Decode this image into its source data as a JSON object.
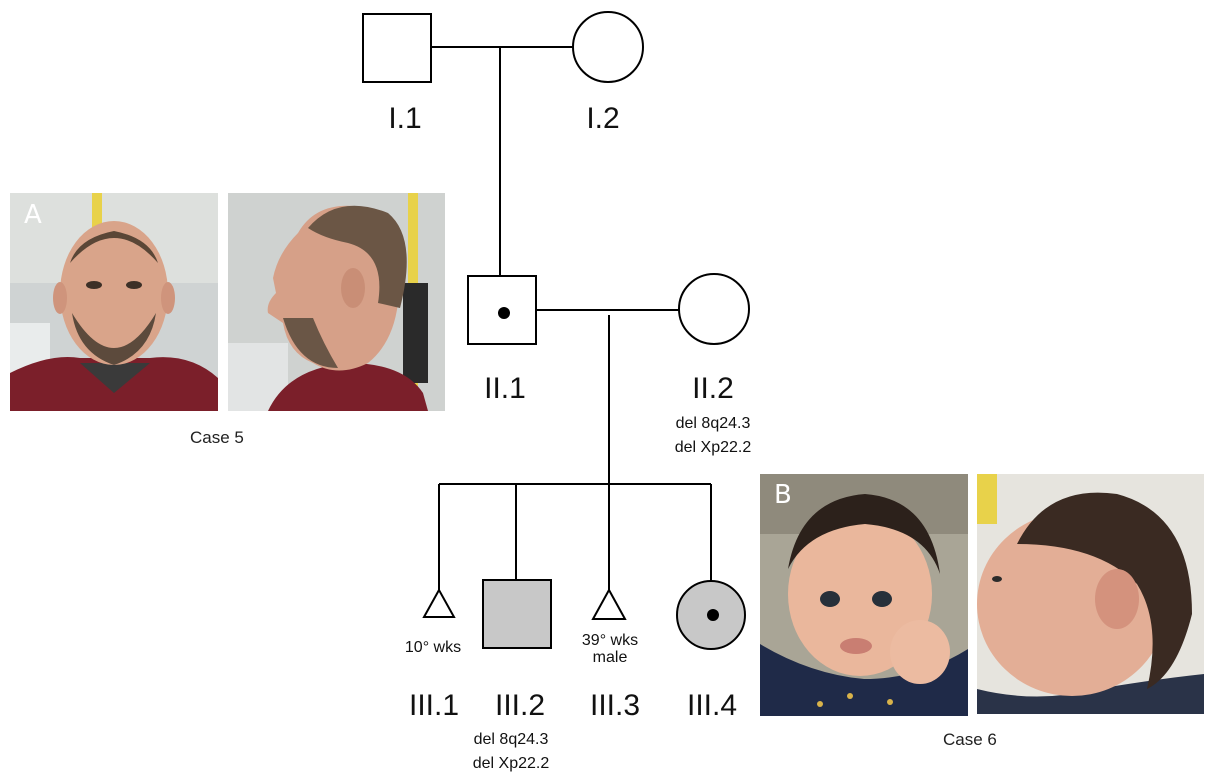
{
  "colors": {
    "line": "#000000",
    "affected_fill": "#c8c8c8",
    "carrier_dot": "#000000"
  },
  "generation_I": {
    "father_label": "I.1",
    "mother_label": "I.2"
  },
  "generation_II": {
    "father_label": "II.1",
    "mother_label": "II.2",
    "mother_note_1": "del 8q24.3",
    "mother_note_2": "del Xp22.2"
  },
  "generation_III": {
    "child1_label": "III.1",
    "child1_note": "10° wks",
    "child2_label": "III.2",
    "child2_note_1": "del 8q24.3",
    "child2_note_2": "del Xp22.2",
    "child3_label": "III.3",
    "child3_note_1": "39° wks",
    "child3_note_2": "male",
    "child4_label": "III.4"
  },
  "panel_A": {
    "letter": "A",
    "caption": "Case 5"
  },
  "panel_B": {
    "letter": "B",
    "caption": "Case 6"
  }
}
